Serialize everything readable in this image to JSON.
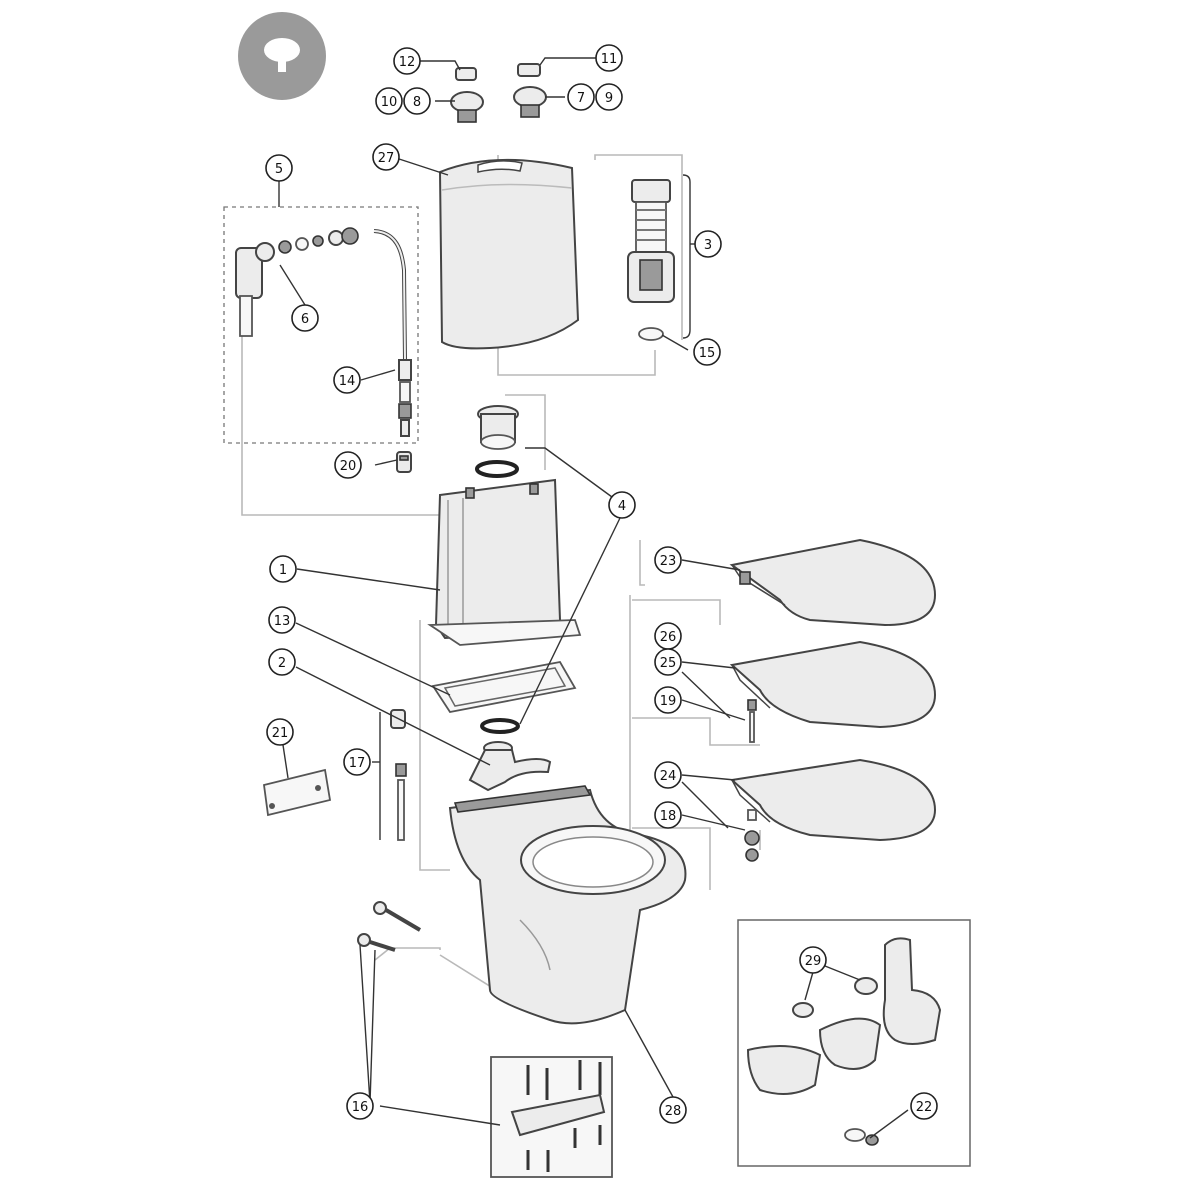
{
  "diagram": {
    "callouts": [
      {
        "id": "c1",
        "label": "1"
      },
      {
        "id": "c2",
        "label": "2"
      },
      {
        "id": "c3",
        "label": "3"
      },
      {
        "id": "c4",
        "label": "4"
      },
      {
        "id": "c5",
        "label": "5"
      },
      {
        "id": "c6",
        "label": "6"
      },
      {
        "id": "c7",
        "label": "7"
      },
      {
        "id": "c8",
        "label": "8"
      },
      {
        "id": "c9",
        "label": "9"
      },
      {
        "id": "c10",
        "label": "10"
      },
      {
        "id": "c11",
        "label": "11"
      },
      {
        "id": "c12",
        "label": "12"
      },
      {
        "id": "c13",
        "label": "13"
      },
      {
        "id": "c14",
        "label": "14"
      },
      {
        "id": "c15",
        "label": "15"
      },
      {
        "id": "c16",
        "label": "16"
      },
      {
        "id": "c17",
        "label": "17"
      },
      {
        "id": "c18",
        "label": "18"
      },
      {
        "id": "c19",
        "label": "19"
      },
      {
        "id": "c20",
        "label": "20"
      },
      {
        "id": "c21",
        "label": "21"
      },
      {
        "id": "c22",
        "label": "22"
      },
      {
        "id": "c23",
        "label": "23"
      },
      {
        "id": "c24",
        "label": "24"
      },
      {
        "id": "c25",
        "label": "25"
      },
      {
        "id": "c26",
        "label": "26"
      },
      {
        "id": "c27",
        "label": "27"
      },
      {
        "id": "c28",
        "label": "28"
      },
      {
        "id": "c29",
        "label": "29"
      }
    ],
    "colors": {
      "line": "#333333",
      "guide": "#b9b9b9",
      "badge": "#9a9a9a",
      "fill": "#ececec"
    },
    "icons": {
      "badge": "push-button-icon"
    }
  }
}
